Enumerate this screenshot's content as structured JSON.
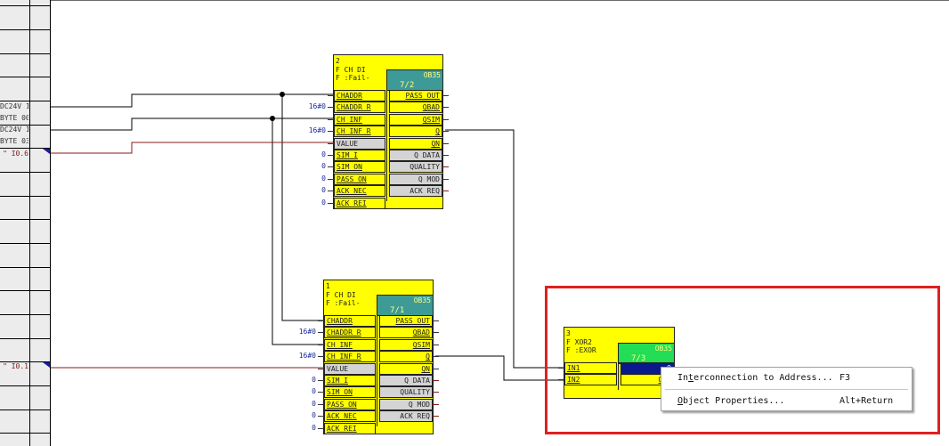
{
  "sheet_bar": {
    "labels": [
      {
        "text": "DC24V 1",
        "color": "normal"
      },
      {
        "text": "BYTE 00",
        "color": "normal"
      },
      {
        "text": "DC24V 1",
        "color": "normal"
      },
      {
        "text": "BYTE 03",
        "color": "normal"
      },
      {
        "text": "\" I0.6",
        "color": "red"
      },
      {
        "text": "\" I0.1",
        "color": "red"
      }
    ]
  },
  "blocks": [
    {
      "number": "2",
      "type": "F CH DI",
      "name": "F :Fail-",
      "ob": "OB35",
      "ob_index": "7/2",
      "ob_color": "#3e9a96",
      "inputs": [
        {
          "label": "CHADDR",
          "value": "",
          "grey": false
        },
        {
          "label": "CHADDR R",
          "value": "16#0",
          "grey": false
        },
        {
          "label": "CH INF",
          "value": "",
          "grey": false
        },
        {
          "label": "CH INF R",
          "value": "16#0",
          "grey": false
        },
        {
          "label": "VALUE",
          "value": "",
          "grey": true
        },
        {
          "label": "SIM I",
          "value": "0",
          "grey": false
        },
        {
          "label": "SIM ON",
          "value": "0",
          "grey": false
        },
        {
          "label": "PASS ON",
          "value": "0",
          "grey": false
        },
        {
          "label": "ACK NEC",
          "value": "0",
          "grey": false
        },
        {
          "label": "ACK REI",
          "value": "0",
          "grey": false
        }
      ],
      "outputs": [
        {
          "label": "PASS OUT",
          "grey": false
        },
        {
          "label": "QBAD",
          "grey": false
        },
        {
          "label": "QSIM",
          "grey": false
        },
        {
          "label": "Q",
          "grey": false
        },
        {
          "label": "QN",
          "grey": false
        },
        {
          "label": "Q DATA",
          "grey": true
        },
        {
          "label": "QUALITY",
          "grey": true
        },
        {
          "label": "Q MOD",
          "grey": true
        },
        {
          "label": "ACK REQ",
          "grey": true
        }
      ]
    },
    {
      "number": "1",
      "type": "F CH DI",
      "name": "F :Fail-",
      "ob": "OB35",
      "ob_index": "7/1",
      "ob_color": "#3e9a96",
      "inputs": [
        {
          "label": "CHADDR",
          "value": "",
          "grey": false
        },
        {
          "label": "CHADDR R",
          "value": "16#0",
          "grey": false
        },
        {
          "label": "CH INF",
          "value": "",
          "grey": false
        },
        {
          "label": "CH INF R",
          "value": "16#0",
          "grey": false
        },
        {
          "label": "VALUE",
          "value": "",
          "grey": true
        },
        {
          "label": "SIM I",
          "value": "0",
          "grey": false
        },
        {
          "label": "SIM ON",
          "value": "0",
          "grey": false
        },
        {
          "label": "PASS ON",
          "value": "0",
          "grey": false
        },
        {
          "label": "ACK NEC",
          "value": "0",
          "grey": false
        },
        {
          "label": "ACK REI",
          "value": "0",
          "grey": false
        }
      ],
      "outputs": [
        {
          "label": "PASS OUT",
          "grey": false
        },
        {
          "label": "QBAD",
          "grey": false
        },
        {
          "label": "QSIM",
          "grey": false
        },
        {
          "label": "Q",
          "grey": false
        },
        {
          "label": "QN",
          "grey": false
        },
        {
          "label": "Q DATA",
          "grey": true
        },
        {
          "label": "QUALITY",
          "grey": true
        },
        {
          "label": "Q MOD",
          "grey": true
        },
        {
          "label": "ACK REQ",
          "grey": true
        }
      ]
    },
    {
      "number": "3",
      "type": "F XOR2",
      "name": "F :EXOR",
      "ob": "OB35",
      "ob_index": "7/3",
      "ob_color": "#22dd55",
      "inputs": [
        {
          "label": "IN1",
          "value": "",
          "grey": false
        },
        {
          "label": "IN2",
          "value": "",
          "grey": false
        }
      ],
      "outputs": [
        {
          "label": "Q",
          "grey": false,
          "selected": true
        },
        {
          "label": "OUT",
          "grey": false
        }
      ]
    }
  ],
  "context_menu": {
    "items": [
      {
        "label_pre": "In",
        "label_ul": "t",
        "label_post": "erconnection to Address...",
        "shortcut": "F3"
      },
      {
        "label_pre": "",
        "label_ul": "O",
        "label_post": "bject Properties...",
        "shortcut": "Alt+Return"
      }
    ]
  },
  "highlight_color": "#e02020"
}
